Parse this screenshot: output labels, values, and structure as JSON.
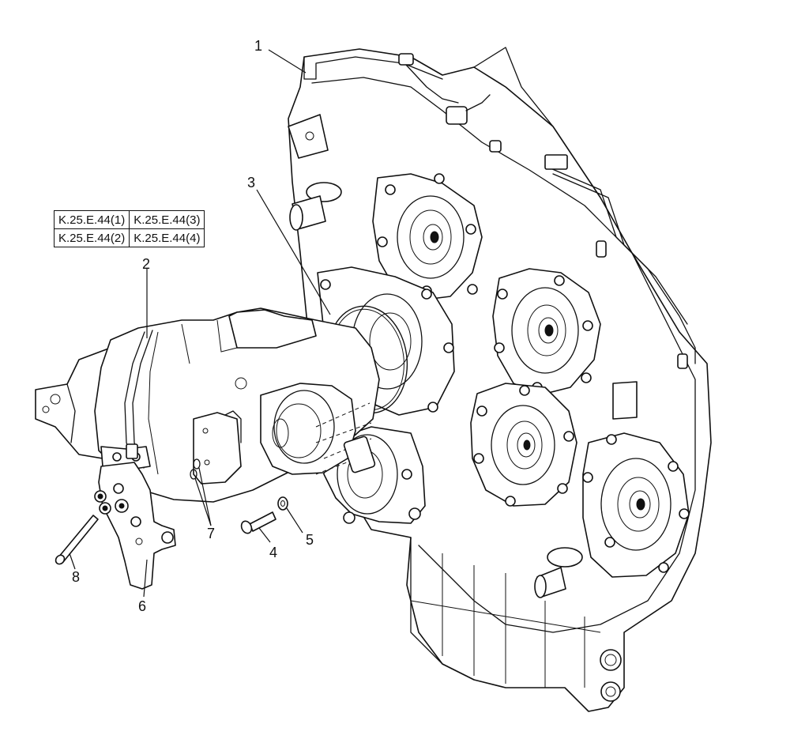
{
  "reference_table": {
    "rows": [
      [
        "K.25.E.44(1)",
        "K.25.E.44(3)"
      ],
      [
        "K.25.E.44(2)",
        "K.25.E.44(4)"
      ]
    ]
  },
  "callouts": {
    "c1": "1",
    "c2": "2",
    "c3": "3",
    "c4": "4",
    "c5": "5",
    "c6": "6",
    "c7": "7",
    "c8": "8"
  }
}
